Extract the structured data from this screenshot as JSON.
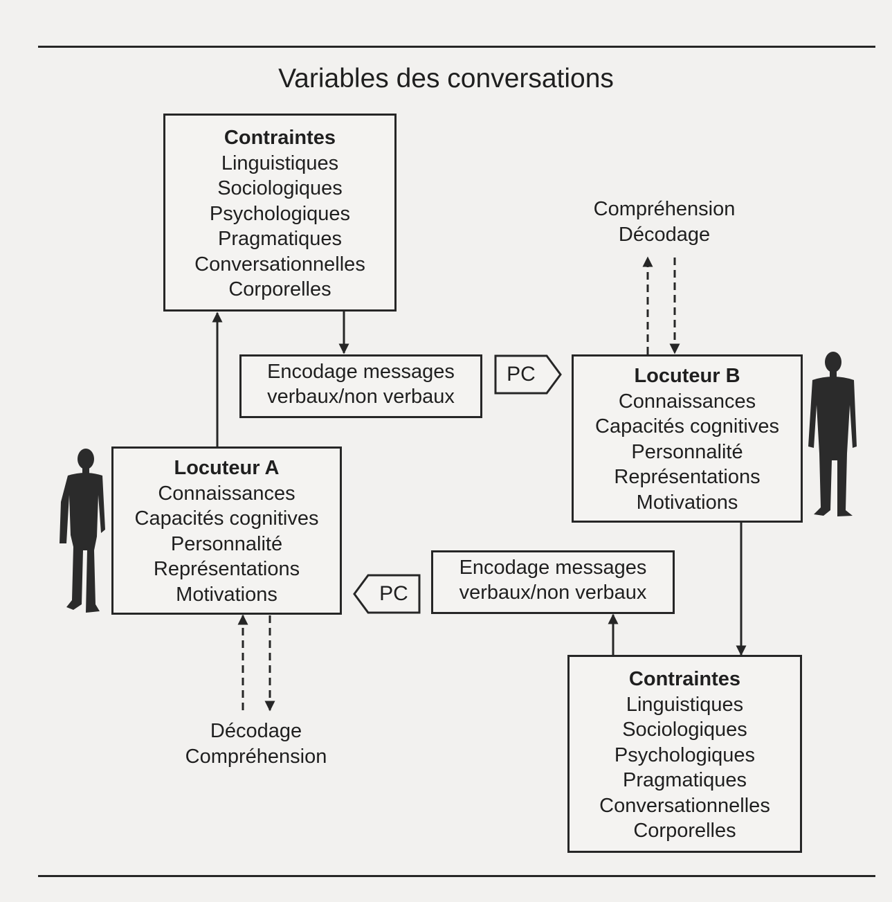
{
  "title": "Variables des conversations",
  "constraints_top": {
    "heading": "Contraintes",
    "items": [
      "Linguistiques",
      "Sociologiques",
      "Psychologiques",
      "Pragmatiques",
      "Conversationnelles",
      "Corporelles"
    ]
  },
  "constraints_bottom": {
    "heading": "Contraintes",
    "items": [
      "Linguistiques",
      "Sociologiques",
      "Psychologiques",
      "Pragmatiques",
      "Conversationnelles",
      "Corporelles"
    ]
  },
  "speaker_a": {
    "heading": "Locuteur A",
    "items": [
      "Connaissances",
      "Capacités cognitives",
      "Personnalité",
      "Représentations",
      "Motivations"
    ]
  },
  "speaker_b": {
    "heading": "Locuteur B",
    "items": [
      "Connaissances",
      "Capacités cognitives",
      "Personnalité",
      "Représentations",
      "Motivations"
    ]
  },
  "encoding_top": {
    "line1": "Encodage messages",
    "line2": "verbaux/non verbaux"
  },
  "encoding_bottom": {
    "line1": "Encodage messages",
    "line2": "verbaux/non verbaux"
  },
  "pc_top": "PC",
  "pc_bottom": "PC",
  "reception_b": {
    "line1": "Compréhension",
    "line2": "Décodage"
  },
  "reception_a": {
    "line1": "Décodage",
    "line2": "Compréhension"
  },
  "colors": {
    "ink": "#262626",
    "paper": "#f2f1ef",
    "silhouette": "#2b2b2b"
  },
  "icons": {
    "speaker_a": "person-silhouette-icon",
    "speaker_b": "person-silhouette-icon"
  }
}
